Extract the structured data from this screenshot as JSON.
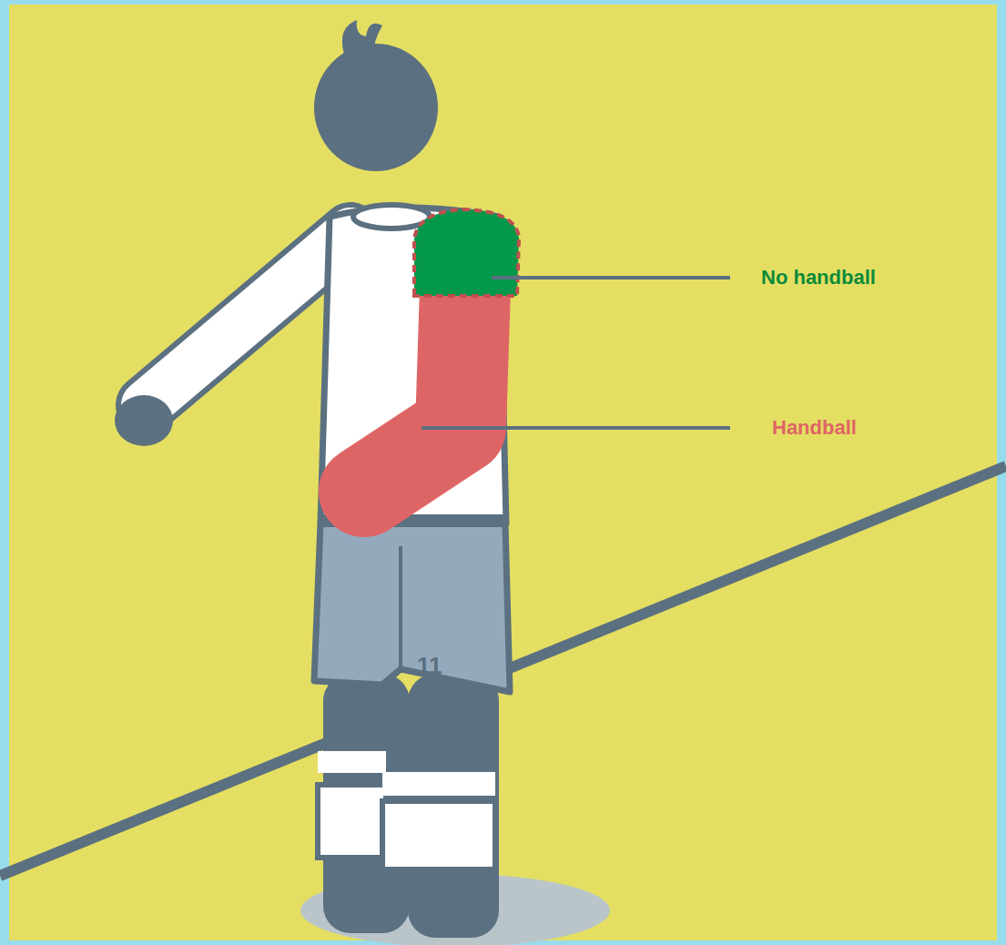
{
  "diagram": {
    "labels": [
      "No handball",
      "Handball",
      "11"
    ]
  }
}
